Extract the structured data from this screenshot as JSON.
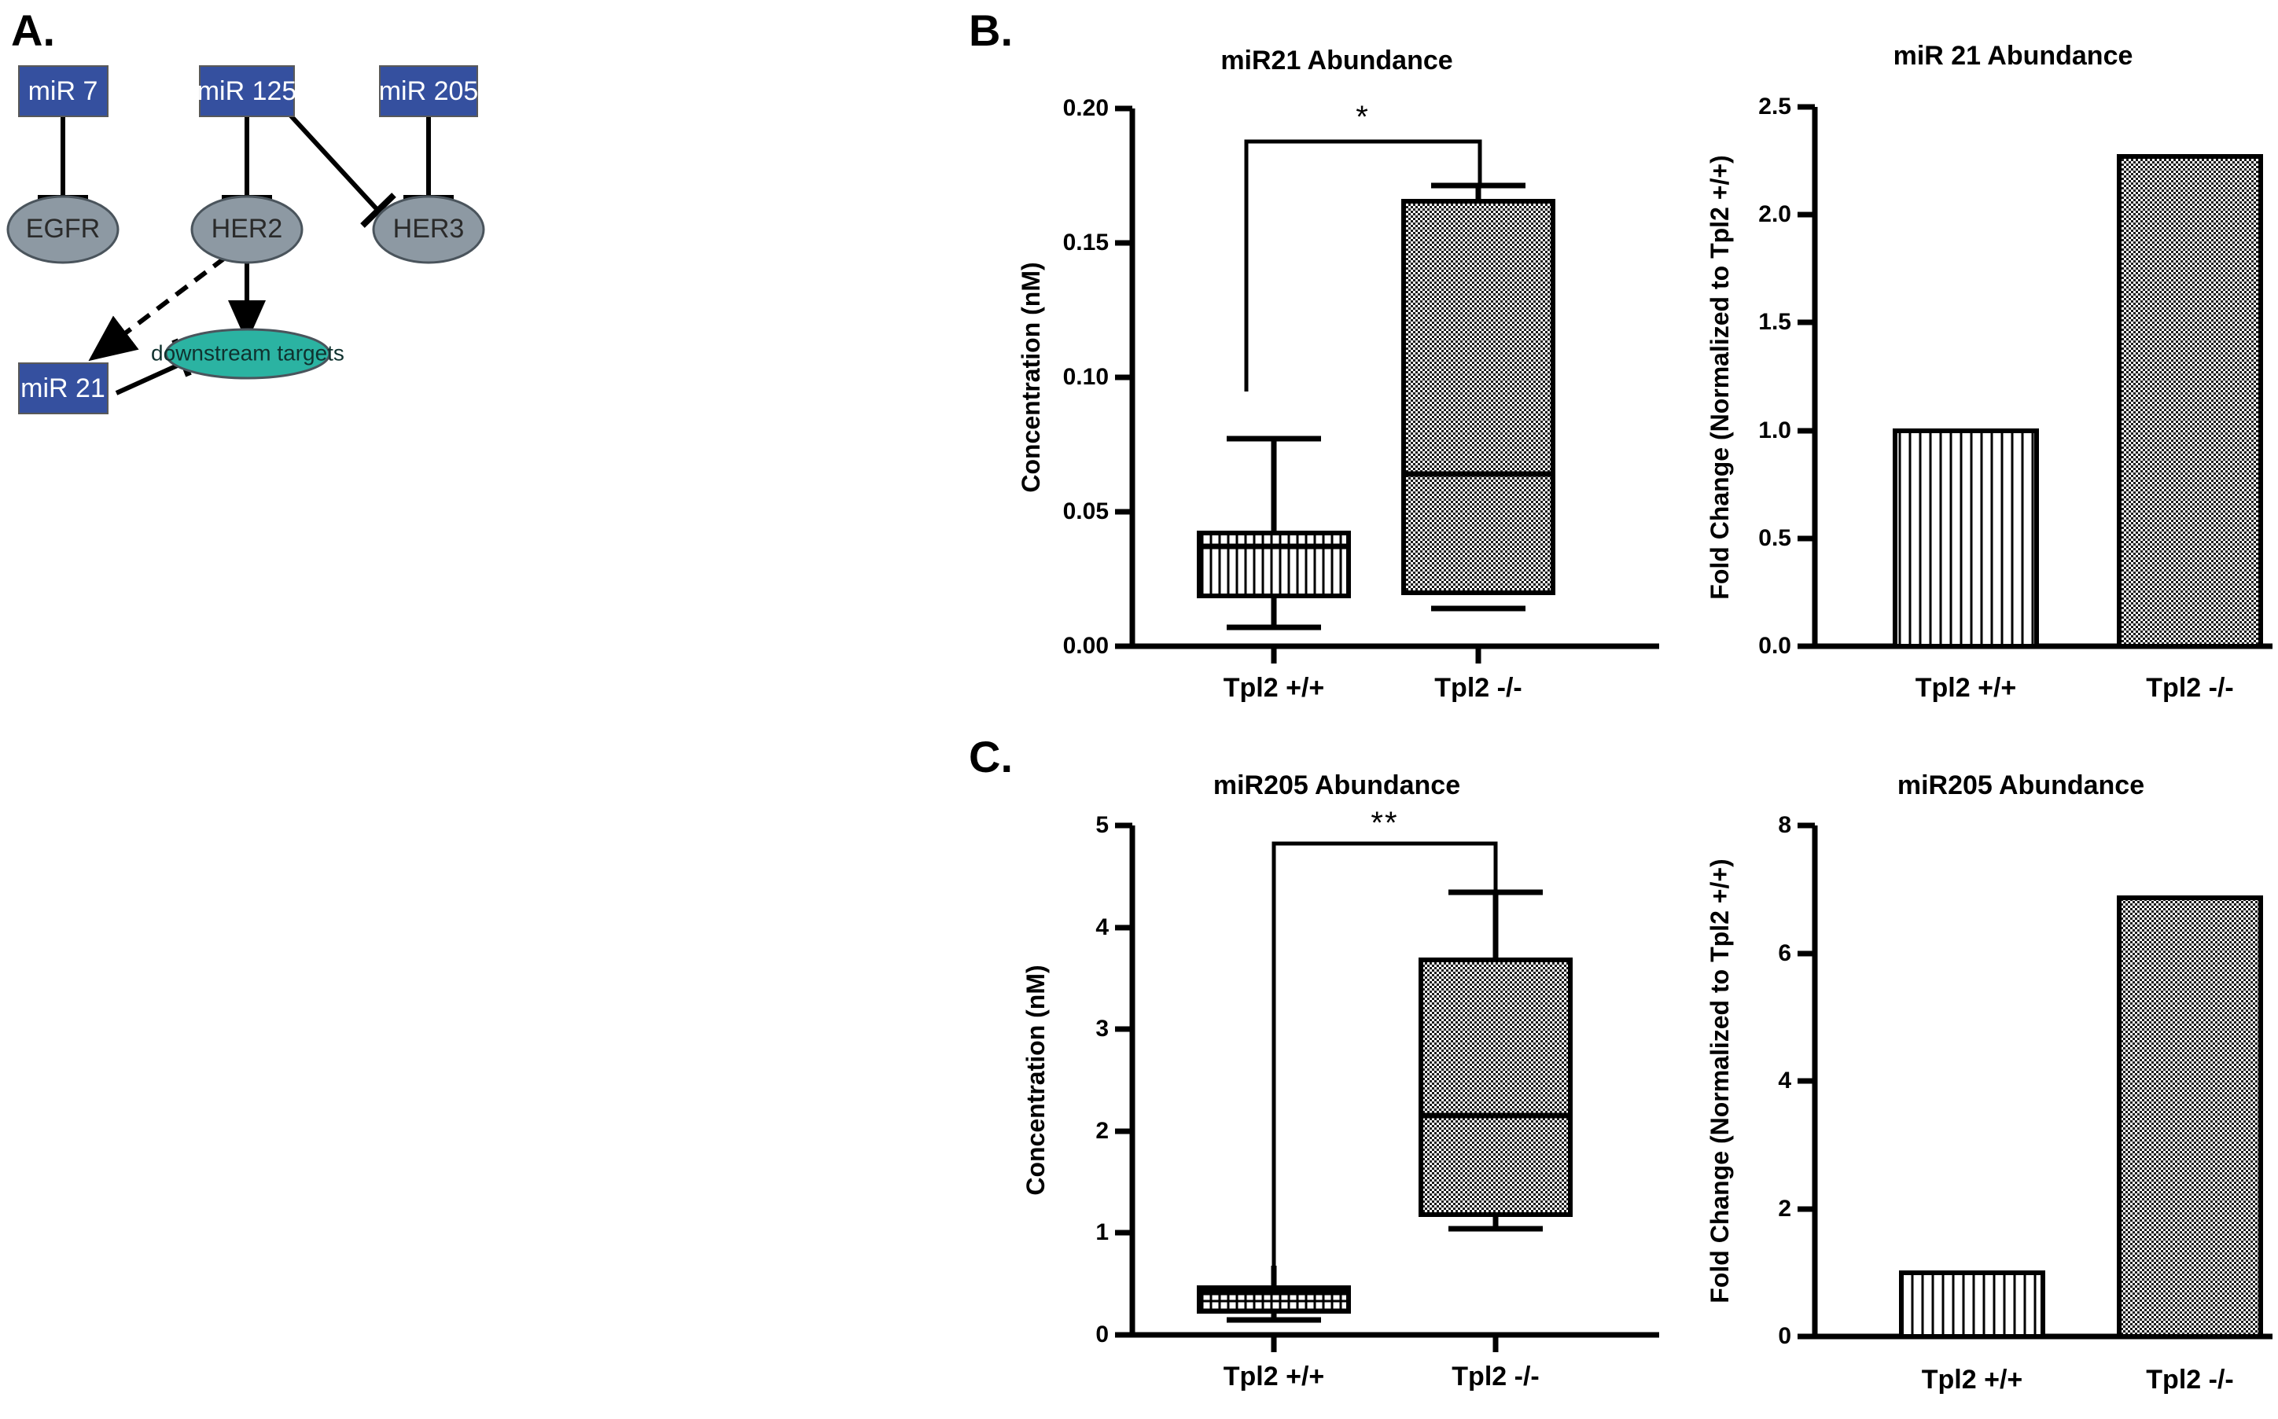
{
  "figure": {
    "panels": [
      {
        "letter": "A."
      },
      {
        "letter": "B."
      },
      {
        "letter": "C."
      }
    ]
  },
  "panelA": {
    "letter": "A.",
    "colors": {
      "mirna_box": "#35509F",
      "receptor_ellipse": "#8D99A3",
      "downstream_ellipse": "#2BB3A2",
      "edge": "#000000"
    },
    "nodes": [
      {
        "id": "miR7",
        "label": "miR 7",
        "shape": "rect",
        "kind": "mirna"
      },
      {
        "id": "miR125",
        "label": "miR 125",
        "shape": "rect",
        "kind": "mirna"
      },
      {
        "id": "miR205",
        "label": "miR 205",
        "shape": "rect",
        "kind": "mirna"
      },
      {
        "id": "EGFR",
        "label": "EGFR",
        "shape": "ellipse",
        "kind": "receptor"
      },
      {
        "id": "HER2",
        "label": "HER2",
        "shape": "ellipse",
        "kind": "receptor"
      },
      {
        "id": "HER3",
        "label": "HER3",
        "shape": "ellipse",
        "kind": "receptor"
      },
      {
        "id": "miR21",
        "label": "miR 21",
        "shape": "rect",
        "kind": "mirna"
      },
      {
        "id": "targets",
        "label": "downstream targets",
        "shape": "ellipse",
        "kind": "downstream"
      }
    ],
    "edges": [
      {
        "from": "miR7",
        "to": "EGFR",
        "type": "inhibit"
      },
      {
        "from": "miR125",
        "to": "HER2",
        "type": "inhibit"
      },
      {
        "from": "miR125",
        "to": "HER3",
        "type": "inhibit"
      },
      {
        "from": "miR205",
        "to": "HER3",
        "type": "inhibit"
      },
      {
        "from": "HER2",
        "to": "targets",
        "type": "activate"
      },
      {
        "from": "HER2",
        "to": "miR21",
        "type": "activate-dashed"
      },
      {
        "from": "miR21",
        "to": "targets",
        "type": "inhibit"
      }
    ]
  },
  "panelB": {
    "letter": "B.",
    "charts": [
      {
        "key": "b_box",
        "chart_data": {
          "type": "box",
          "title": "miR21 Abundance",
          "xlabel": "",
          "ylabel": "Concentration (nM)",
          "categories": [
            "Tpl2 +/+",
            "Tpl2 -/-"
          ],
          "ylim": [
            0.0,
            0.2
          ],
          "yticks": [
            0.0,
            0.05,
            0.1,
            0.15,
            0.2
          ],
          "ytick_labels": [
            "0.00",
            "0.05",
            "0.10",
            "0.15",
            "0.20"
          ],
          "grid": false,
          "legend": "none",
          "boxes": [
            {
              "category": "Tpl2 +/+",
              "whisker_low": 0.007,
              "q1": 0.018,
              "median": 0.037,
              "q3": 0.042,
              "whisker_high": 0.077,
              "fill": "vertical-lines"
            },
            {
              "category": "Tpl2 -/-",
              "whisker_low": 0.014,
              "q1": 0.025,
              "median": 0.064,
              "q3": 0.141,
              "whisker_high": 0.163,
              "fill": "checker"
            }
          ],
          "annotations": [
            {
              "type": "significance",
              "label": "*",
              "from": "Tpl2 +/+",
              "to": "Tpl2 -/-",
              "y": 0.188
            }
          ]
        }
      },
      {
        "key": "b_bar",
        "chart_data": {
          "type": "bar",
          "title": "miR 21 Abundance",
          "xlabel": "",
          "ylabel": "Fold Change (Normalized to Tpl2 +/+)",
          "categories": [
            "Tpl2 +/+",
            "Tpl2 -/-"
          ],
          "values": [
            1.0,
            2.27
          ],
          "ylim": [
            0.0,
            2.5
          ],
          "yticks": [
            0.0,
            0.5,
            1.0,
            1.5,
            2.0,
            2.5
          ],
          "ytick_labels": [
            "0.0",
            "0.5",
            "1.0",
            "1.5",
            "2.0",
            "2.5"
          ],
          "grid": false,
          "legend": "none",
          "fills": [
            "vertical-lines",
            "checker"
          ]
        }
      }
    ]
  },
  "panelC": {
    "letter": "C.",
    "charts": [
      {
        "key": "c_box",
        "chart_data": {
          "type": "box",
          "title": "miR205 Abundance",
          "xlabel": "",
          "ylabel": "Concentration (nM)",
          "categories": [
            "Tpl2 +/+",
            "Tpl2 -/-"
          ],
          "ylim": [
            0,
            5
          ],
          "yticks": [
            0,
            1,
            2,
            3,
            4,
            5
          ],
          "ytick_labels": [
            "0",
            "1",
            "2",
            "3",
            "4",
            "5"
          ],
          "grid": false,
          "legend": "none",
          "boxes": [
            {
              "category": "Tpl2 +/+",
              "whisker_low": 0.15,
              "q1": 0.25,
              "median": 0.42,
              "q3": 0.46,
              "whisker_high": 0.68,
              "fill": "grid-lines"
            },
            {
              "category": "Tpl2 -/-",
              "whisker_low": 1.04,
              "q1": 1.18,
              "median": 2.15,
              "q3": 3.68,
              "whisker_high": 4.34,
              "fill": "checker"
            }
          ],
          "annotations": [
            {
              "type": "significance",
              "label": "**",
              "from": "Tpl2 +/+",
              "to": "Tpl2 -/-",
              "y": 4.82
            }
          ]
        }
      },
      {
        "key": "c_bar",
        "chart_data": {
          "type": "bar",
          "title": "miR205 Abundance",
          "xlabel": "",
          "ylabel": "Fold Change (Normalized to Tpl2 +/+)",
          "categories": [
            "Tpl2 +/+",
            "Tpl2 -/-"
          ],
          "values": [
            1.0,
            6.87
          ],
          "ylim": [
            0,
            8
          ],
          "yticks": [
            0,
            2,
            4,
            6,
            8
          ],
          "ytick_labels": [
            "0",
            "2",
            "4",
            "6",
            "8"
          ],
          "grid": false,
          "legend": "none",
          "fills": [
            "vertical-lines",
            "checker"
          ]
        }
      }
    ]
  }
}
